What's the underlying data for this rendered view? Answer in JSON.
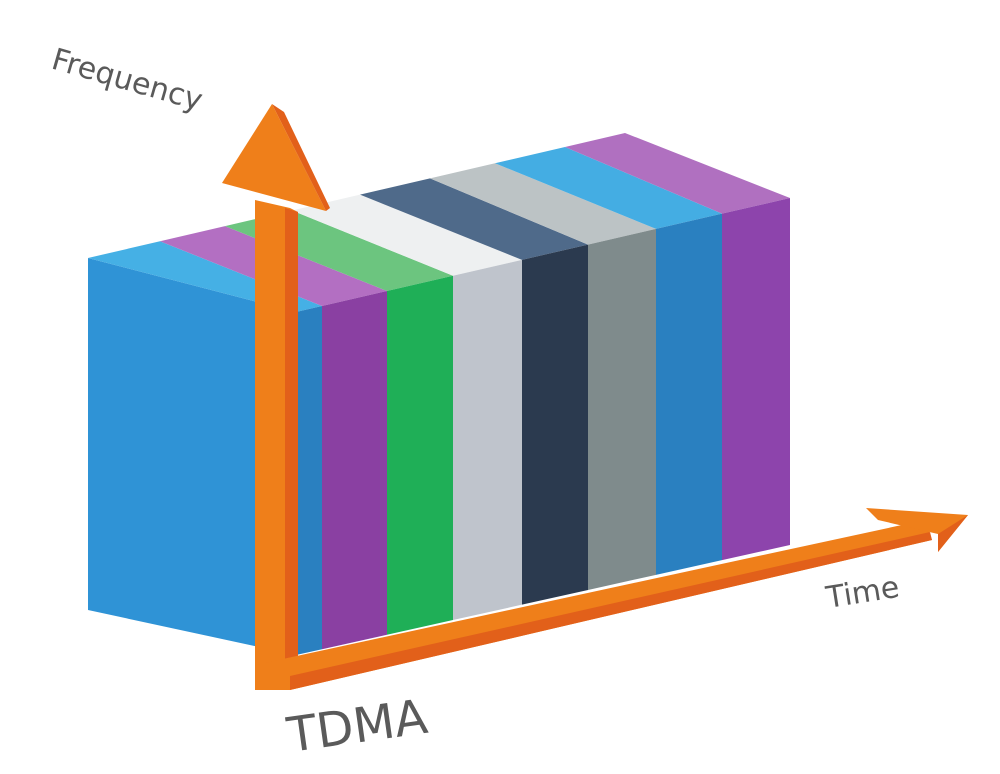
{
  "labels": {
    "y_axis": "Frequency",
    "x_axis": "Time",
    "title": "TDMA"
  },
  "colors": {
    "axis": "#ef7f1a",
    "axis_shade": "#e2601a",
    "left_face": "#2f93d6",
    "slots": [
      {
        "top": "#45b0e5",
        "front": "#2a80c0"
      },
      {
        "top": "#b36fc2",
        "front": "#8a40a2"
      },
      {
        "top": "#6cc57f",
        "front": "#1faf57"
      },
      {
        "top": "#eef0f1",
        "front": "#bfc4cc"
      },
      {
        "top": "#4f6a8a",
        "front": "#2b3a4f"
      },
      {
        "top": "#bcc3c5",
        "front": "#7f8b8c"
      },
      {
        "top": "#44ade3",
        "front": "#2a80c0"
      },
      {
        "top": "#b070c0",
        "front": "#8d44ac"
      }
    ]
  }
}
